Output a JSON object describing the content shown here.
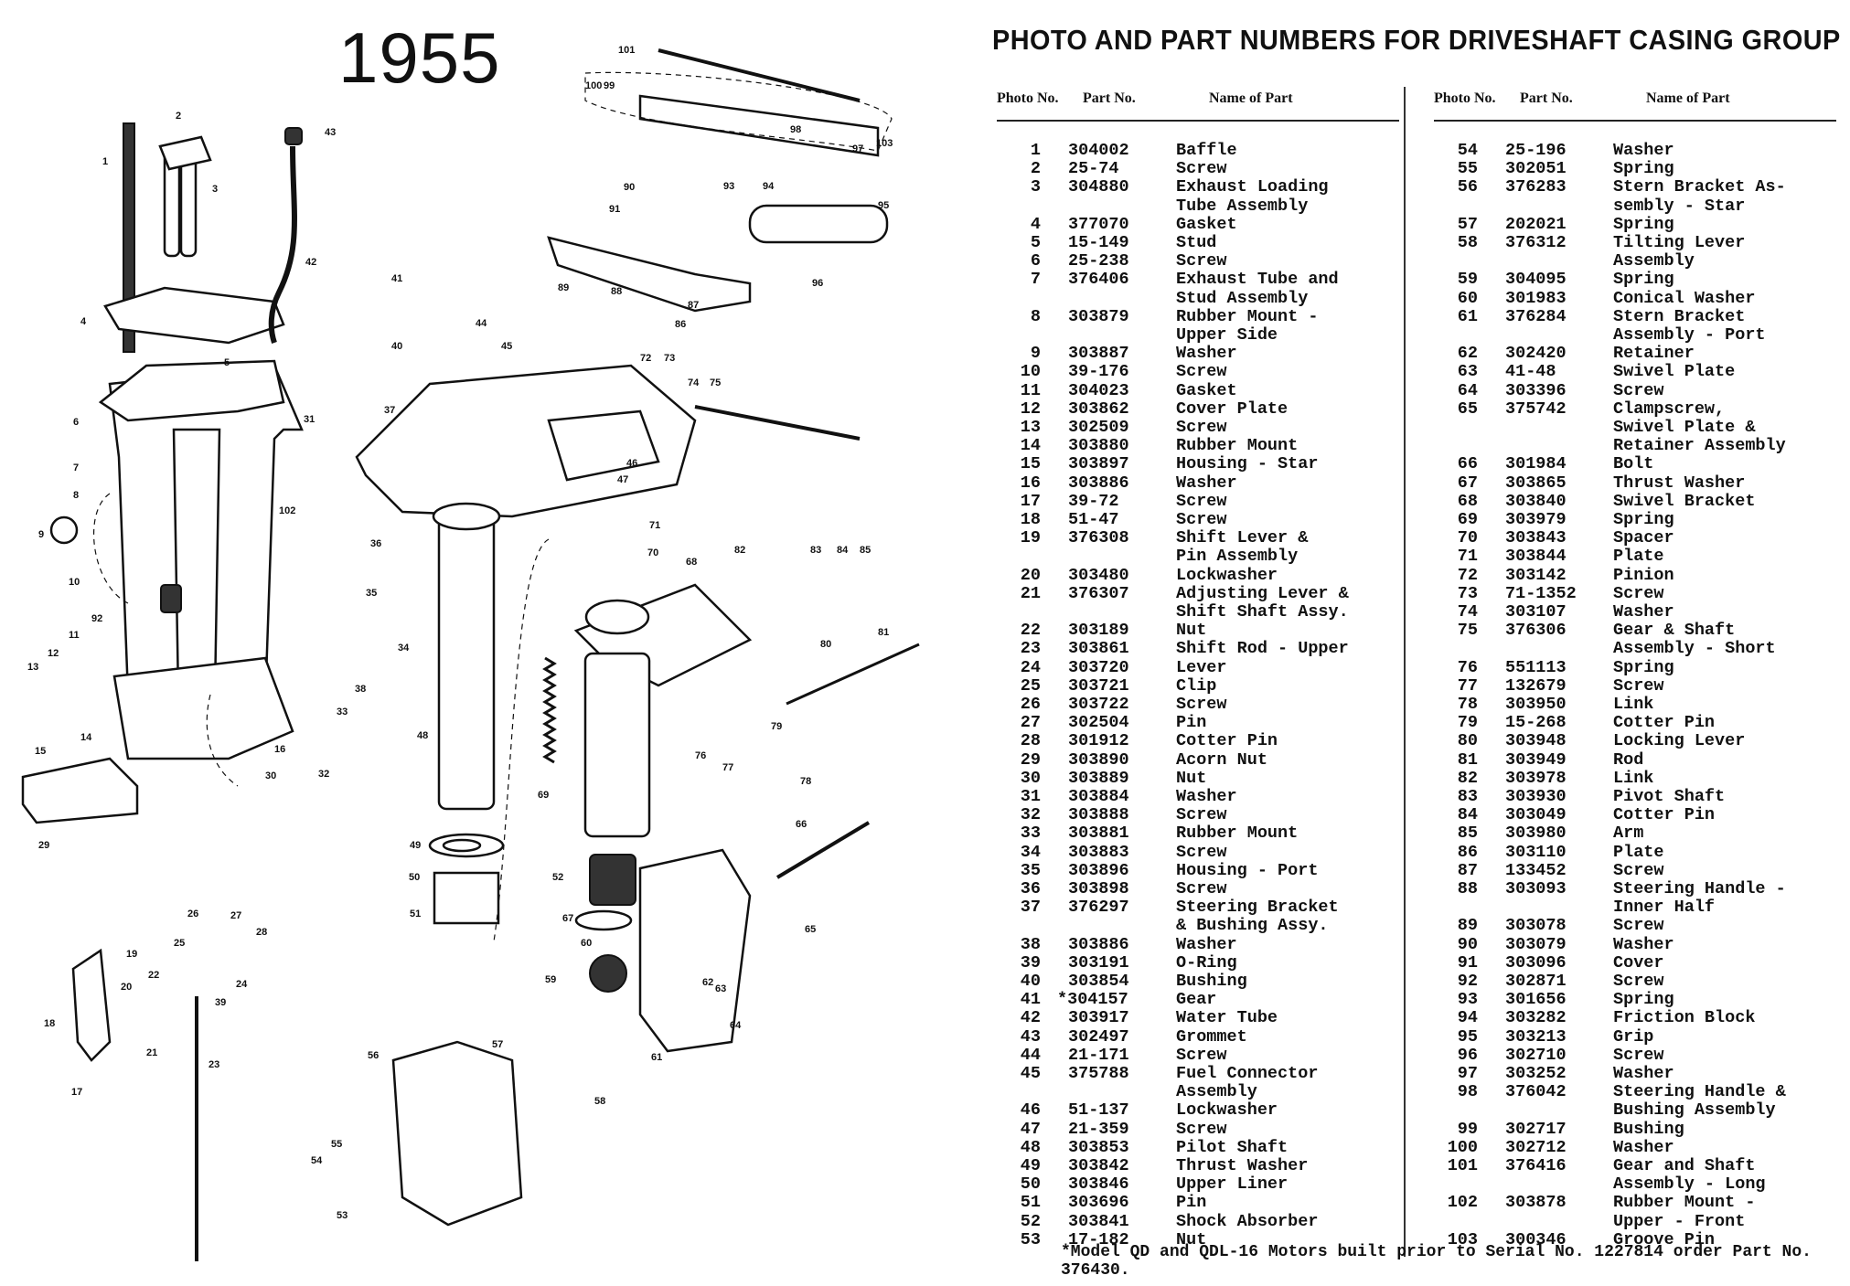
{
  "year": "1955",
  "title": "PHOTO AND PART NUMBERS FOR DRIVESHAFT CASING GROUP",
  "headers": {
    "photo": "Photo No.",
    "part": "Part No.",
    "name": "Name of Part"
  },
  "left_rows": [
    {
      "n": "1",
      "p": "304002",
      "name": [
        "Baffle"
      ]
    },
    {
      "n": "2",
      "p": "25-74",
      "name": [
        "Screw"
      ]
    },
    {
      "n": "3",
      "p": "304880",
      "name": [
        "Exhaust Loading",
        "Tube Assembly"
      ]
    },
    {
      "n": "4",
      "p": "377070",
      "name": [
        "Gasket"
      ]
    },
    {
      "n": "5",
      "p": "15-149",
      "name": [
        "Stud"
      ]
    },
    {
      "n": "6",
      "p": "25-238",
      "name": [
        "Screw"
      ]
    },
    {
      "n": "7",
      "p": "376406",
      "name": [
        "Exhaust Tube and",
        "Stud Assembly"
      ]
    },
    {
      "n": "8",
      "p": "303879",
      "name": [
        "Rubber Mount -",
        "Upper Side"
      ]
    },
    {
      "n": "9",
      "p": "303887",
      "name": [
        "Washer"
      ]
    },
    {
      "n": "10",
      "p": "39-176",
      "name": [
        "Screw"
      ]
    },
    {
      "n": "11",
      "p": "304023",
      "name": [
        "Gasket"
      ]
    },
    {
      "n": "12",
      "p": "303862",
      "name": [
        "Cover Plate"
      ]
    },
    {
      "n": "13",
      "p": "302509",
      "name": [
        "Screw"
      ]
    },
    {
      "n": "14",
      "p": "303880",
      "name": [
        "Rubber Mount"
      ]
    },
    {
      "n": "15",
      "p": "303897",
      "name": [
        "Housing - Star"
      ]
    },
    {
      "n": "16",
      "p": "303886",
      "name": [
        "Washer"
      ]
    },
    {
      "n": "17",
      "p": "39-72",
      "name": [
        "Screw"
      ]
    },
    {
      "n": "18",
      "p": "51-47",
      "name": [
        "Screw"
      ]
    },
    {
      "n": "19",
      "p": "376308",
      "name": [
        "Shift Lever &",
        "Pin Assembly"
      ]
    },
    {
      "n": "20",
      "p": "303480",
      "name": [
        "Lockwasher"
      ]
    },
    {
      "n": "21",
      "p": "376307",
      "name": [
        "Adjusting Lever &",
        "Shift Shaft Assy."
      ]
    },
    {
      "n": "22",
      "p": "303189",
      "name": [
        "Nut"
      ]
    },
    {
      "n": "23",
      "p": "303861",
      "name": [
        "Shift Rod - Upper"
      ]
    },
    {
      "n": "24",
      "p": "303720",
      "name": [
        "Lever"
      ]
    },
    {
      "n": "25",
      "p": "303721",
      "name": [
        "Clip"
      ]
    },
    {
      "n": "26",
      "p": "303722",
      "name": [
        "Screw"
      ]
    },
    {
      "n": "27",
      "p": "302504",
      "name": [
        "Pin"
      ]
    },
    {
      "n": "28",
      "p": "301912",
      "name": [
        "Cotter Pin"
      ]
    },
    {
      "n": "29",
      "p": "303890",
      "name": [
        "Acorn Nut"
      ]
    },
    {
      "n": "30",
      "p": "303889",
      "name": [
        "Nut"
      ]
    },
    {
      "n": "31",
      "p": "303884",
      "name": [
        "Washer"
      ]
    },
    {
      "n": "32",
      "p": "303888",
      "name": [
        "Screw"
      ]
    },
    {
      "n": "33",
      "p": "303881",
      "name": [
        "Rubber Mount"
      ]
    },
    {
      "n": "34",
      "p": "303883",
      "name": [
        "Screw"
      ]
    },
    {
      "n": "35",
      "p": "303896",
      "name": [
        "Housing - Port"
      ]
    },
    {
      "n": "36",
      "p": "303898",
      "name": [
        "Screw"
      ]
    },
    {
      "n": "37",
      "p": "376297",
      "name": [
        "Steering Bracket",
        "& Bushing Assy."
      ]
    },
    {
      "n": "38",
      "p": "303886",
      "name": [
        "Washer"
      ]
    },
    {
      "n": "39",
      "p": "303191",
      "name": [
        "O-Ring"
      ]
    },
    {
      "n": "40",
      "p": "303854",
      "name": [
        "Bushing"
      ]
    },
    {
      "n": "41",
      "p": "*304157",
      "name": [
        "Gear"
      ]
    },
    {
      "n": "42",
      "p": "303917",
      "name": [
        "Water Tube"
      ]
    },
    {
      "n": "43",
      "p": "302497",
      "name": [
        "Grommet"
      ]
    },
    {
      "n": "44",
      "p": "21-171",
      "name": [
        "Screw"
      ]
    },
    {
      "n": "45",
      "p": "375788",
      "name": [
        "Fuel Connector",
        "Assembly"
      ]
    },
    {
      "n": "46",
      "p": "51-137",
      "name": [
        "Lockwasher"
      ]
    },
    {
      "n": "47",
      "p": "21-359",
      "name": [
        "Screw"
      ]
    },
    {
      "n": "48",
      "p": "303853",
      "name": [
        "Pilot Shaft"
      ]
    },
    {
      "n": "49",
      "p": "303842",
      "name": [
        "Thrust Washer"
      ]
    },
    {
      "n": "50",
      "p": "303846",
      "name": [
        "Upper Liner"
      ]
    },
    {
      "n": "51",
      "p": "303696",
      "name": [
        "Pin"
      ]
    },
    {
      "n": "52",
      "p": "303841",
      "name": [
        "Shock Absorber"
      ]
    },
    {
      "n": "53",
      "p": "17-182",
      "name": [
        "Nut"
      ]
    }
  ],
  "right_rows": [
    {
      "n": "54",
      "p": "25-196",
      "name": [
        "Washer"
      ]
    },
    {
      "n": "55",
      "p": "302051",
      "name": [
        "Spring"
      ]
    },
    {
      "n": "56",
      "p": "376283",
      "name": [
        "Stern Bracket As-",
        "sembly - Star"
      ]
    },
    {
      "n": "57",
      "p": "202021",
      "name": [
        "Spring"
      ]
    },
    {
      "n": "58",
      "p": "376312",
      "name": [
        "Tilting Lever",
        "Assembly"
      ]
    },
    {
      "n": "59",
      "p": "304095",
      "name": [
        "Spring"
      ]
    },
    {
      "n": "60",
      "p": "301983",
      "name": [
        "Conical Washer"
      ]
    },
    {
      "n": "61",
      "p": "376284",
      "name": [
        "Stern Bracket",
        "Assembly - Port"
      ]
    },
    {
      "n": "62",
      "p": "302420",
      "name": [
        "Retainer"
      ]
    },
    {
      "n": "63",
      "p": "41-48",
      "name": [
        "Swivel Plate"
      ]
    },
    {
      "n": "64",
      "p": "303396",
      "name": [
        "Screw"
      ]
    },
    {
      "n": "65",
      "p": "375742",
      "name": [
        "Clampscrew,",
        "Swivel Plate &",
        "Retainer Assembly"
      ]
    },
    {
      "n": "66",
      "p": "301984",
      "name": [
        "Bolt"
      ]
    },
    {
      "n": "67",
      "p": "303865",
      "name": [
        "Thrust Washer"
      ]
    },
    {
      "n": "68",
      "p": "303840",
      "name": [
        "Swivel Bracket"
      ]
    },
    {
      "n": "69",
      "p": "303979",
      "name": [
        "Spring"
      ]
    },
    {
      "n": "70",
      "p": "303843",
      "name": [
        "Spacer"
      ]
    },
    {
      "n": "71",
      "p": "303844",
      "name": [
        "Plate"
      ]
    },
    {
      "n": "72",
      "p": "303142",
      "name": [
        "Pinion"
      ]
    },
    {
      "n": "73",
      "p": "71-1352",
      "name": [
        "Screw"
      ]
    },
    {
      "n": "74",
      "p": "303107",
      "name": [
        "Washer"
      ]
    },
    {
      "n": "75",
      "p": "376306",
      "name": [
        "Gear & Shaft",
        "Assembly - Short"
      ]
    },
    {
      "n": "76",
      "p": "551113",
      "name": [
        "Spring"
      ]
    },
    {
      "n": "77",
      "p": "132679",
      "name": [
        "Screw"
      ]
    },
    {
      "n": "78",
      "p": "303950",
      "name": [
        "Link"
      ]
    },
    {
      "n": "79",
      "p": "15-268",
      "name": [
        "Cotter Pin"
      ]
    },
    {
      "n": "80",
      "p": "303948",
      "name": [
        "Locking Lever"
      ]
    },
    {
      "n": "81",
      "p": "303949",
      "name": [
        "Rod"
      ]
    },
    {
      "n": "82",
      "p": "303978",
      "name": [
        "Link"
      ]
    },
    {
      "n": "83",
      "p": "303930",
      "name": [
        "Pivot Shaft"
      ]
    },
    {
      "n": "84",
      "p": "303049",
      "name": [
        "Cotter Pin"
      ]
    },
    {
      "n": "85",
      "p": "303980",
      "name": [
        "Arm"
      ]
    },
    {
      "n": "86",
      "p": "303110",
      "name": [
        "Plate"
      ]
    },
    {
      "n": "87",
      "p": "133452",
      "name": [
        "Screw"
      ]
    },
    {
      "n": "88",
      "p": "303093",
      "name": [
        "Steering Handle -",
        "Inner Half"
      ]
    },
    {
      "n": "89",
      "p": "303078",
      "name": [
        "Screw"
      ]
    },
    {
      "n": "90",
      "p": "303079",
      "name": [
        "Washer"
      ]
    },
    {
      "n": "91",
      "p": "303096",
      "name": [
        "Cover"
      ]
    },
    {
      "n": "92",
      "p": "302871",
      "name": [
        "Screw"
      ]
    },
    {
      "n": "93",
      "p": "301656",
      "name": [
        "Spring"
      ]
    },
    {
      "n": "94",
      "p": "303282",
      "name": [
        "Friction Block"
      ]
    },
    {
      "n": "95",
      "p": "303213",
      "name": [
        "Grip"
      ]
    },
    {
      "n": "96",
      "p": "302710",
      "name": [
        "Screw"
      ]
    },
    {
      "n": "97",
      "p": "303252",
      "name": [
        "Washer"
      ]
    },
    {
      "n": "98",
      "p": "376042",
      "name": [
        "Steering Handle &",
        "Bushing Assembly"
      ]
    },
    {
      "n": "99",
      "p": "302717",
      "name": [
        "Bushing"
      ]
    },
    {
      "n": "100",
      "p": "302712",
      "name": [
        "Washer"
      ]
    },
    {
      "n": "101",
      "p": "376416",
      "name": [
        "Gear and Shaft",
        "Assembly - Long"
      ]
    },
    {
      "n": "102",
      "p": "303878",
      "name": [
        "Rubber Mount -",
        "Upper - Front"
      ]
    },
    {
      "n": "103",
      "p": "300346",
      "name": [
        "Groove Pin"
      ]
    }
  ],
  "footnote": "*Model QD and QDL-16 Motors built prior to Serial No. 1227814 order Part No. 376430.",
  "callouts": [
    "1",
    "2",
    "3",
    "4",
    "5",
    "6",
    "7",
    "8",
    "9",
    "10",
    "11",
    "12",
    "13",
    "14",
    "15",
    "16",
    "17",
    "18",
    "19",
    "20",
    "21",
    "22",
    "23",
    "24",
    "25",
    "26",
    "27",
    "28",
    "29",
    "30",
    "31",
    "32",
    "33",
    "34",
    "35",
    "36",
    "37",
    "38",
    "39",
    "40",
    "41",
    "42",
    "43",
    "44",
    "45",
    "46",
    "47",
    "48",
    "49",
    "50",
    "51",
    "52",
    "53",
    "54",
    "55",
    "56",
    "57",
    "58",
    "59",
    "60",
    "61",
    "62",
    "63",
    "64",
    "65",
    "66",
    "67",
    "68",
    "69",
    "70",
    "71",
    "72",
    "73",
    "74",
    "75",
    "76",
    "77",
    "78",
    "79",
    "80",
    "81",
    "82",
    "83",
    "84",
    "85",
    "86",
    "87",
    "88",
    "89",
    "90",
    "91",
    "92",
    "93",
    "94",
    "95",
    "96",
    "97",
    "98",
    "99",
    "100",
    "101",
    "102",
    "103"
  ]
}
